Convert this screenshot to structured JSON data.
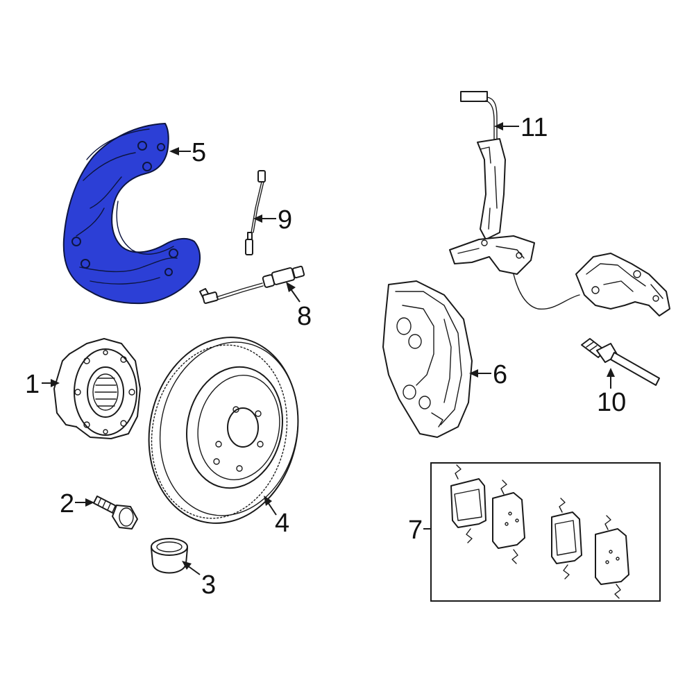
{
  "colors": {
    "highlight": "#2c3fd6",
    "outline": "#1a1a1a",
    "background": "#ffffff"
  },
  "highlighted_part": "5",
  "callouts": {
    "c1": "1",
    "c2": "2",
    "c3": "3",
    "c4": "4",
    "c5": "5",
    "c6": "6",
    "c7": "7",
    "c8": "8",
    "c9": "9",
    "c10": "10",
    "c11": "11"
  }
}
